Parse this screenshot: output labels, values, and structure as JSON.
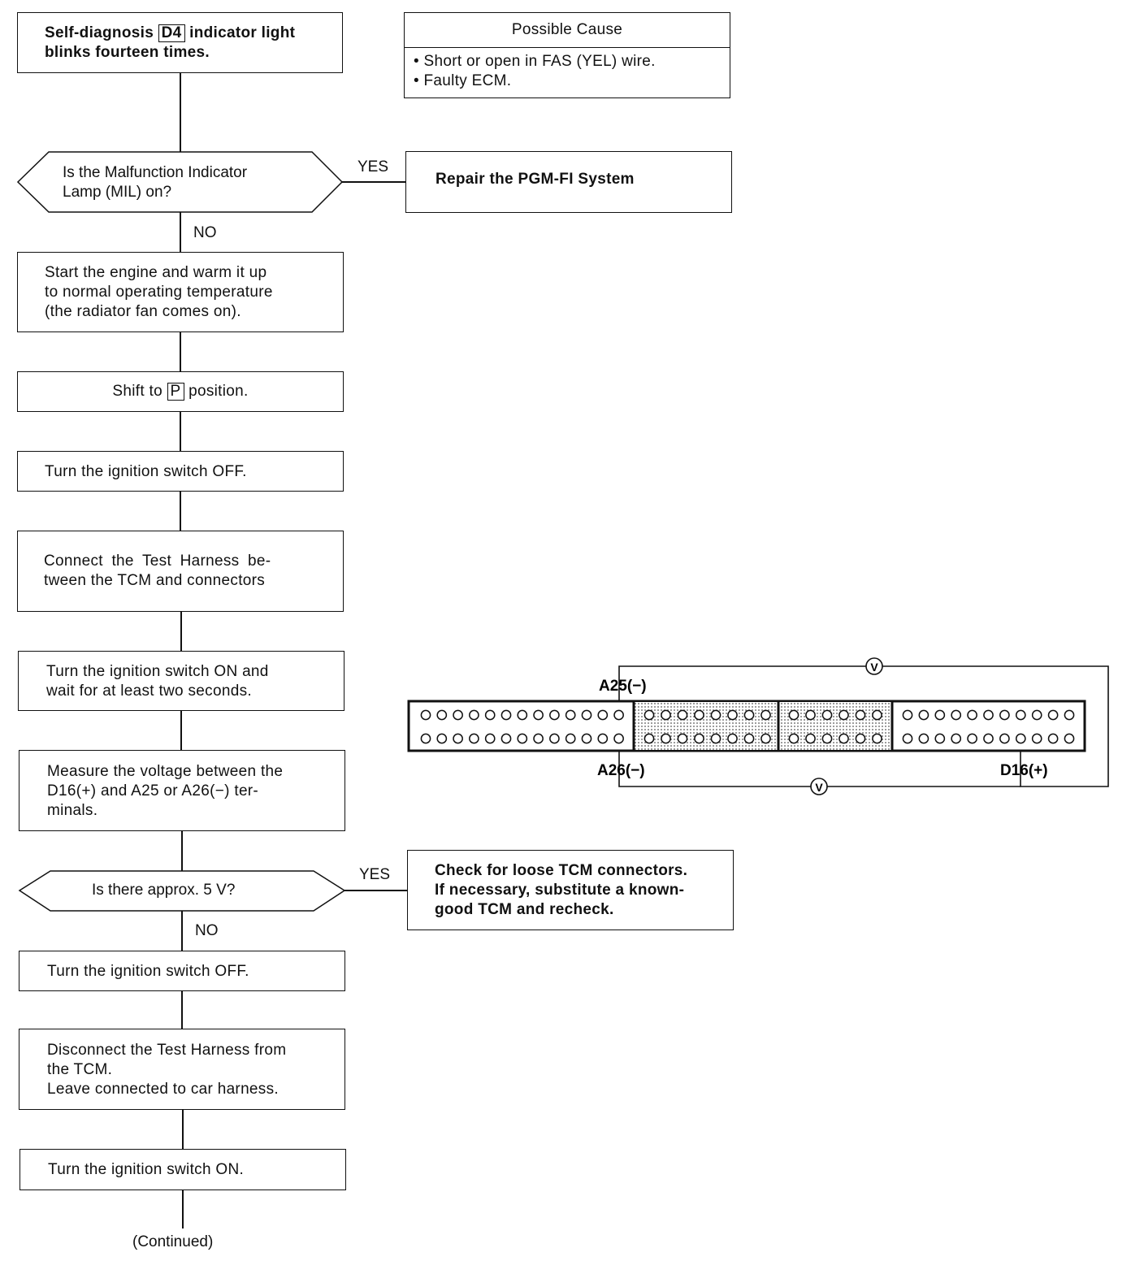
{
  "flow": {
    "start": {
      "pre": "Self-diagnosis",
      "key": "D4",
      "post": "indicator light",
      "line2": "blinks fourteen times."
    },
    "cause": {
      "header": "Possible Cause",
      "items": [
        "• Short or open in FAS (YEL) wire.",
        "• Faulty ECM."
      ]
    },
    "q1": {
      "line1": "Is the Malfunction Indicator",
      "line2": "Lamp (MIL) on?",
      "yes": "YES",
      "no": "NO",
      "yes_action": "Repair the PGM-FI System"
    },
    "step_warm": [
      "Start the engine and warm it up",
      "to normal operating temperature",
      "(the radiator fan comes on)."
    ],
    "step_shift": {
      "pre": "Shift to",
      "key": "P",
      "post": "position."
    },
    "step_off1": "Turn the ignition switch OFF.",
    "step_connect": [
      "Connect the Test Harness be-",
      "tween the TCM and connectors"
    ],
    "step_on_wait": [
      "Turn the ignition switch ON and",
      "wait for at least two seconds."
    ],
    "step_measure": [
      "Measure the voltage between the",
      "D16(+) and A25 or A26(−) ter-",
      "minals."
    ],
    "q2": {
      "text": "Is there approx. 5 V?",
      "yes": "YES",
      "no": "NO",
      "yes_action": [
        "Check for loose TCM connectors.",
        "If necessary, substitute a known-",
        "good TCM and recheck."
      ]
    },
    "step_off2": "Turn the ignition switch OFF.",
    "step_disconnect": [
      "Disconnect the Test Harness from",
      "the TCM.",
      "Leave connected to car harness."
    ],
    "step_on": "Turn the ignition switch ON.",
    "continued": "(Continued)"
  },
  "connector": {
    "a25": "A25(−)",
    "a26": "A26(−)",
    "d16": "D16(+)",
    "meter_symbol": "V"
  }
}
